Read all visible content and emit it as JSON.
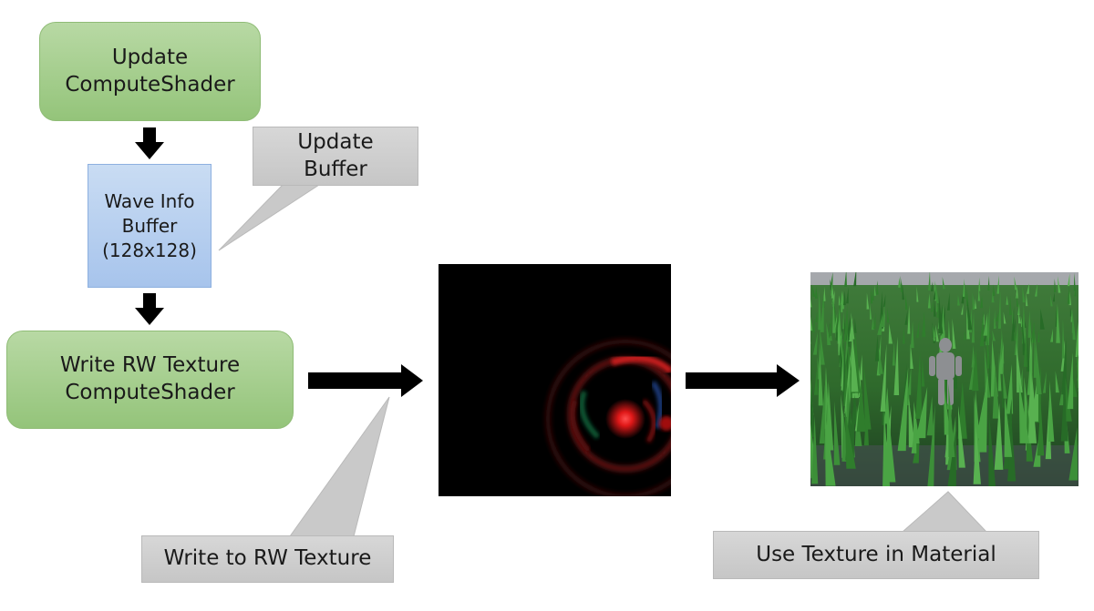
{
  "nodes": {
    "update_compute_shader": "Update\nComputeShader",
    "wave_info_buffer": "Wave Info\nBuffer\n(128x128)",
    "write_rw_texture_shader": "Write RW Texture\nComputeShader"
  },
  "callouts": {
    "update_buffer": "Update\nBuffer",
    "write_to_rw_texture": "Write to RW Texture",
    "use_texture_in_material": "Use Texture in Material"
  },
  "colors": {
    "process_node": "#a7cf8f",
    "buffer_node": "#b3ccee",
    "callout": "#cfcfcf",
    "arrow": "#000000"
  },
  "images": {
    "rw_texture": "wave-texture-image",
    "material_result": "grass-field-render-image"
  }
}
